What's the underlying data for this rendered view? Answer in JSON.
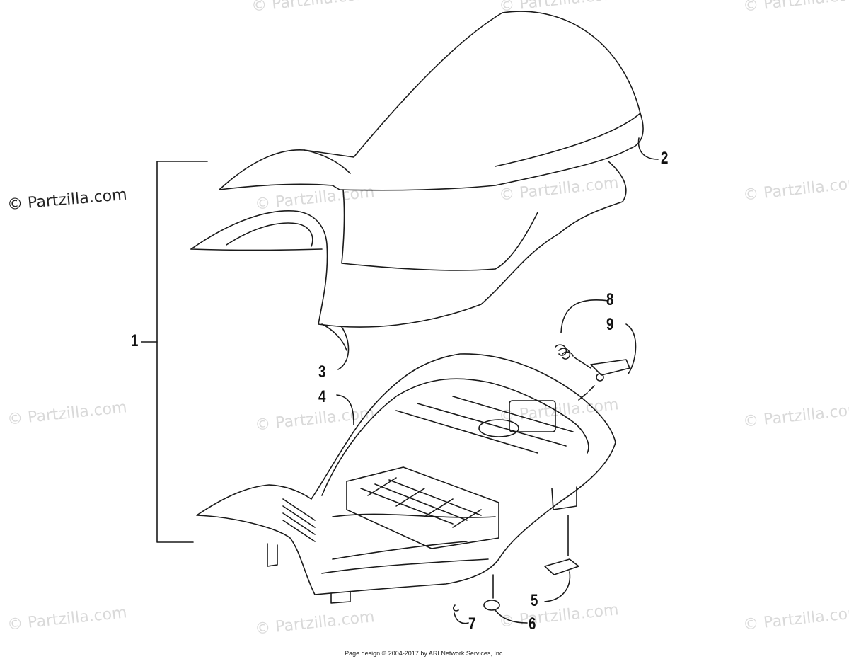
{
  "watermark": {
    "text": "© Partzilla.com"
  },
  "callouts": [
    "1",
    "2",
    "3",
    "4",
    "5",
    "6",
    "7",
    "8",
    "9"
  ],
  "footer": {
    "text": "Page design © 2004-2017 by ARI Network Services, Inc."
  }
}
